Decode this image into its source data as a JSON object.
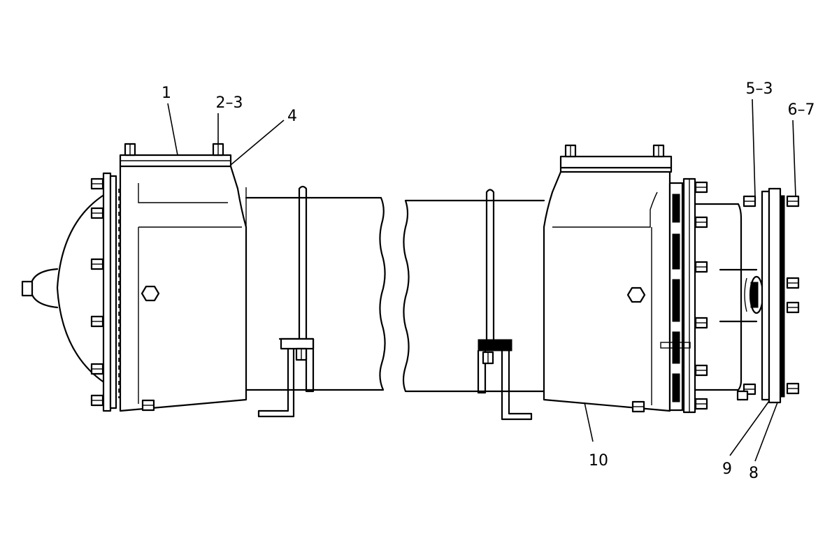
{
  "diagram": {
    "callouts": [
      {
        "id": "c1",
        "label": "1"
      },
      {
        "id": "c2",
        "label": "2–3"
      },
      {
        "id": "c3",
        "label": "4"
      },
      {
        "id": "c4",
        "label": "5–3"
      },
      {
        "id": "c5",
        "label": "6–7"
      },
      {
        "id": "c6",
        "label": "10"
      },
      {
        "id": "c7",
        "label": "9"
      },
      {
        "id": "c8",
        "label": "8"
      }
    ]
  }
}
